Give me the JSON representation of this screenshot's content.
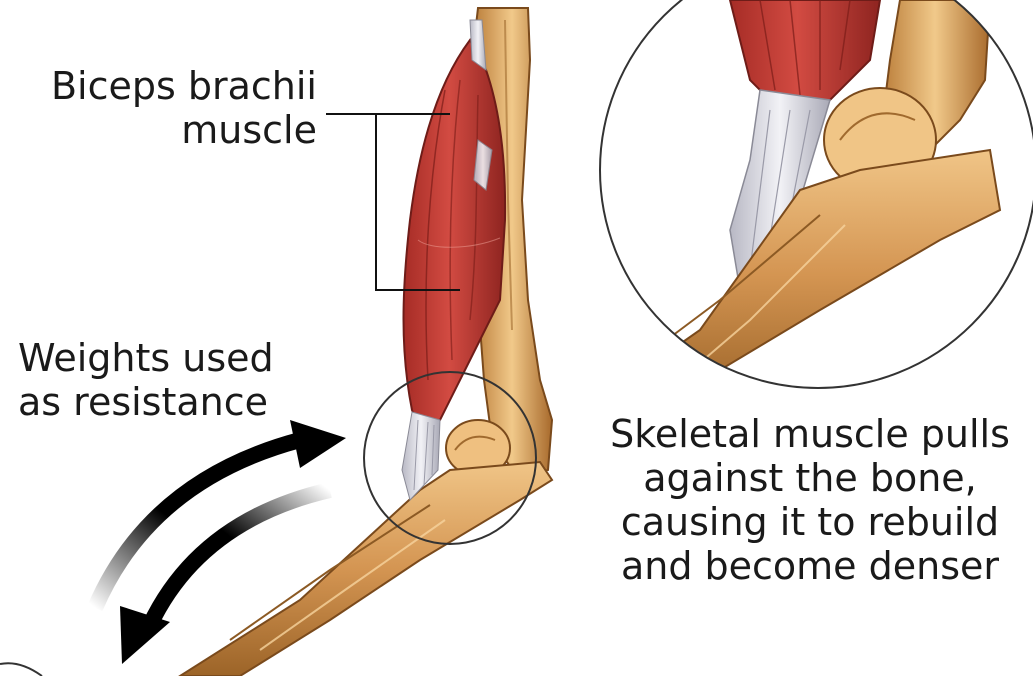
{
  "labels": {
    "biceps": [
      "Biceps brachii",
      "muscle"
    ],
    "weights": [
      "Weights used",
      "as resistance"
    ],
    "skeletal": [
      "Skeletal muscle pulls",
      "against the bone,",
      "causing it to rebuild",
      "and become denser"
    ]
  },
  "colors": {
    "background": "#ffffff",
    "muscle": "#c8413a",
    "muscle_dark": "#8e2420",
    "tendon": "#d9d9e0",
    "bone": "#d59a58",
    "bone_light": "#f1c98a",
    "bone_dark": "#9c6428",
    "arrow": "#000000",
    "outline": "#222222"
  },
  "icons": [
    "curved-arrow-up-icon",
    "curved-arrow-down-icon"
  ]
}
